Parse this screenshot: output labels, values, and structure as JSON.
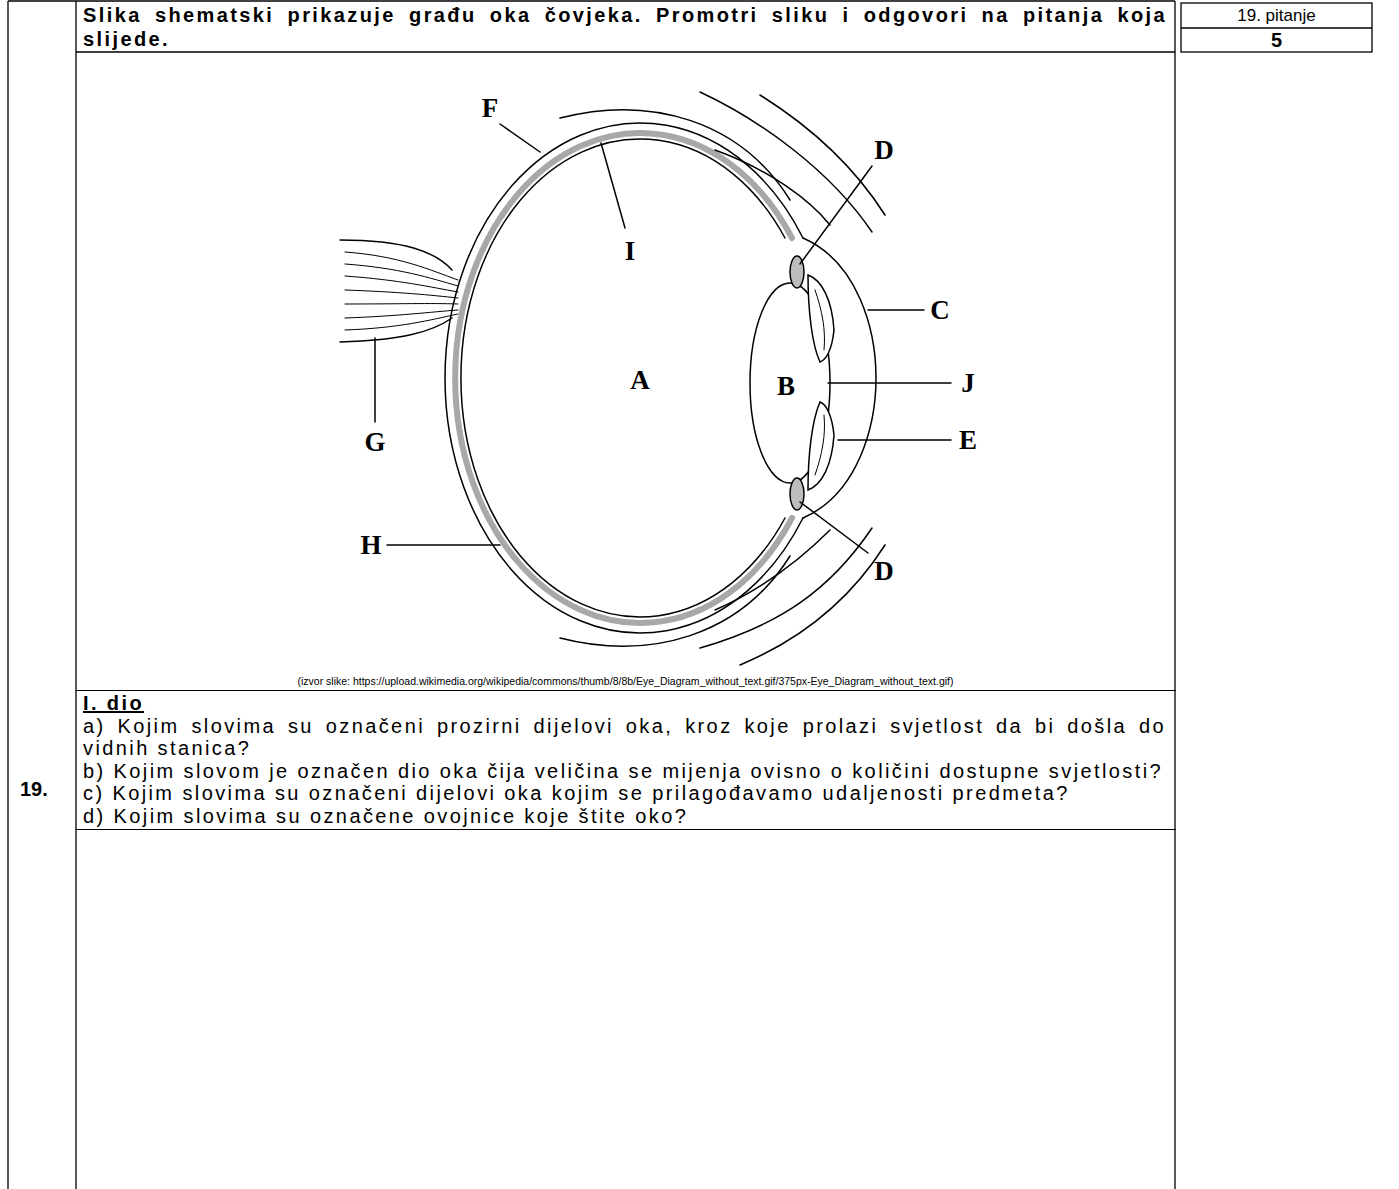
{
  "diagram": {
    "title": "Slika shematski prikazuje građu oka čovjeka. Promotri sliku i odgovori na pitanja koja slijede.",
    "labels": [
      "19. pitanje",
      "5",
      "F",
      "D",
      "I",
      "C",
      "A",
      "B",
      "J",
      "G",
      "E",
      "H",
      "D",
      "19.",
      "(izvor slike: https://upload.wikimedia.org/wikipedia/commons/thumb/8/8b/Eye_Diagram_without_text.gif/375px-Eye_Diagram_without_text.gif)",
      "I. dio",
      "a) Kojim slovima su označeni prozirni dijelovi oka, kroz koje prolazi svjetlost da bi došla do vidnih stanica?",
      "b) Kojim slovom je označen dio oka čija veličina se mijenja ovisno o količini dostupne svjetlosti?",
      "c) Kojim slovima su označeni dijelovi oka kojim se prilagođavamo udaljenosti predmeta?",
      "d) Kojim slovima su označene ovojnice koje štite oko?"
    ]
  }
}
